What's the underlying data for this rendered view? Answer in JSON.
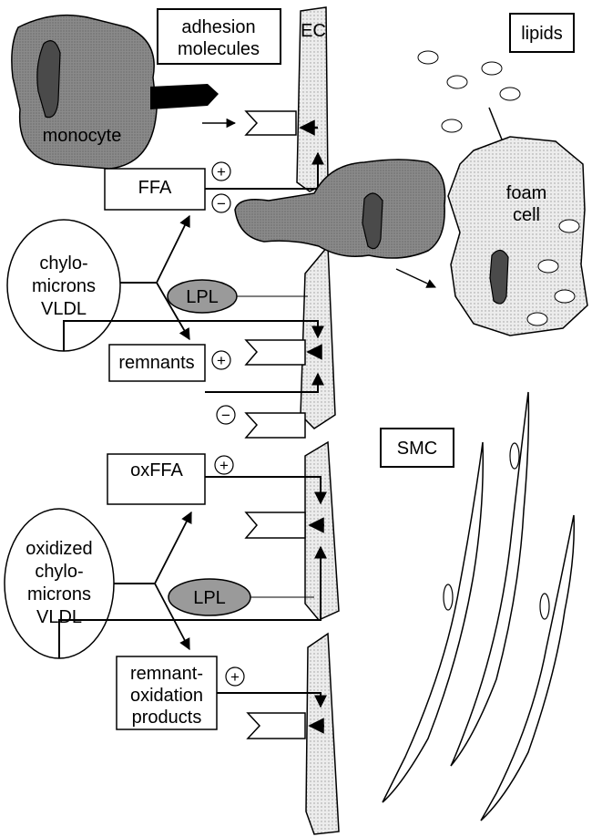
{
  "labels": {
    "adhesion_line1": "adhesion",
    "adhesion_line2": "molecules",
    "ec": "EC",
    "lipids": "lipids",
    "monocyte": "monocyte",
    "ffa": "FFA",
    "foam_line1": "foam",
    "foam_line2": "cell",
    "chylo_line1": "chylo-",
    "chylo_line2": "microns",
    "chylo_line3": "VLDL",
    "lpl_top": "LPL",
    "remnants": "remnants",
    "smc": "SMC",
    "oxffa": "oxFFA",
    "ox_line1": "oxidized",
    "ox_line2": "chylo-",
    "ox_line3": "microns",
    "ox_line4": "VLDL",
    "lpl_bottom": "LPL",
    "remox_line1": "remnant-",
    "remox_line2": "oxidation",
    "remox_line3": "products",
    "plus": "+",
    "minus": "−"
  },
  "colors": {
    "cell_fill": "#8a8a8a",
    "nucleus_fill": "#4a4a4a",
    "ec_fill": "#ececec",
    "foam_fill": "#e6e6e6",
    "lpl_fill": "#9a9a9a"
  }
}
